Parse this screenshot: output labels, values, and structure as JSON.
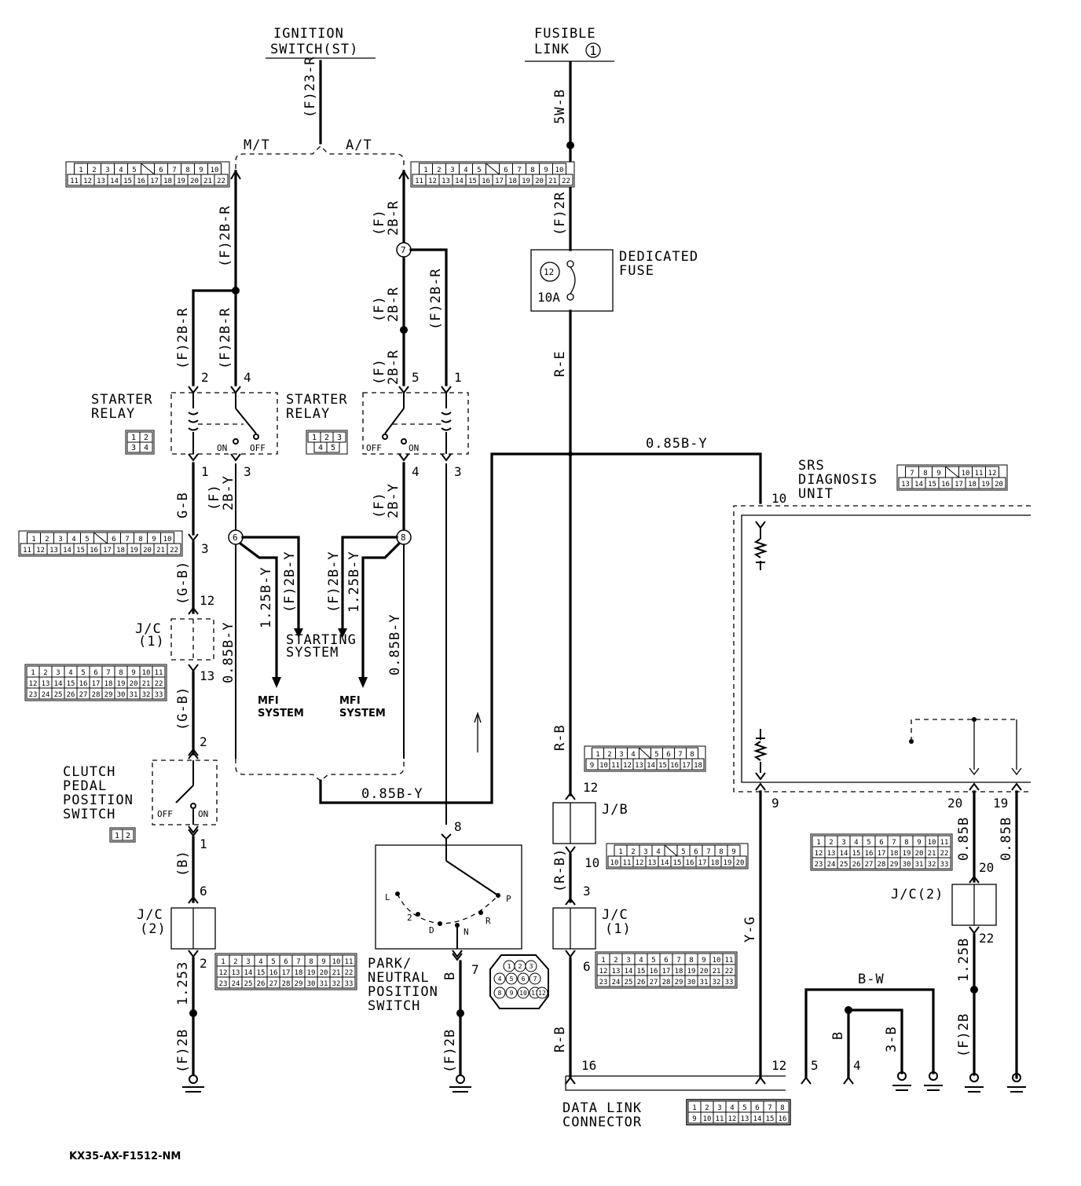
{
  "top": {
    "ignition_title": "IGNITION",
    "ignition_subtitle": "SWITCH(ST)",
    "fusible_title": "FUSIBLE",
    "fusible_subtitle": "LINK",
    "fusible_number": "1"
  },
  "wires": {
    "f_23r": "(F)23-R",
    "five_wb": "5W-B",
    "f_2r": "(F)2R",
    "f_2br": "(F)2B-R",
    "f_2br_b": "(F)",
    "f_2br_c": "2B-R",
    "re": "R-E",
    "gb": "G-B",
    "gb_paren": "(G-B)",
    "f_2by_a": "(F)",
    "f_2by_b": "2B-Y",
    "f_2by_full": "(F)2B-Y",
    "one25by": "1.25B-Y",
    "zero85by": "0.85B-Y",
    "zero85by_h": "0.85B-Y",
    "zero85by_h2": "0.85B-Y",
    "b_paren": "(B)",
    "one253": "1.253",
    "f_2b": "(F)2B",
    "b": "B",
    "rb": "R-B",
    "rb_paren": "(R-B)",
    "yg": "Y-G",
    "zero85b": "0.85B",
    "one25b": "1.25B",
    "bw": "B-W",
    "three_b": "3-B"
  },
  "labels": {
    "mt": "M/T",
    "at": "A/T",
    "dedicated_fuse_1": "DEDICATED",
    "dedicated_fuse_2": "FUSE",
    "fuse_num": "12",
    "fuse_amp": "10A",
    "starter_relay_1": "STARTER",
    "starter_relay_2": "RELAY",
    "on": "ON",
    "off": "OFF",
    "starting_system_1": "STARTING",
    "starting_system_2": "SYSTEM",
    "mfi_1": "MFI",
    "mfi_2": "SYSTEM",
    "jc1_a": "J/C",
    "jc1_b": "(1)",
    "jc2_a": "J/C",
    "jc2_b": "(2)",
    "jc2_right": "J/C(2)",
    "jb": "J/B",
    "clutch_1": "CLUTCH",
    "clutch_2": "PEDAL",
    "clutch_3": "POSITION",
    "clutch_4": "SWITCH",
    "pn_1": "PARK/",
    "pn_2": "NEUTRAL",
    "pn_3": "POSITION",
    "pn_4": "SWITCH",
    "srs_1": "SRS",
    "srs_2": "DIAGNOSIS",
    "srs_3": "UNIT",
    "dlc_1": "DATA LINK",
    "dlc_2": "CONNECTOR",
    "gear_l": "L",
    "gear_2": "2",
    "gear_d": "D",
    "gear_n": "N",
    "gear_r": "R",
    "gear_p": "P",
    "node6": "6",
    "node7": "7",
    "node8": "8",
    "code": "KX35-AX-F1512-NM"
  },
  "pins": {
    "p2": "2",
    "p4": "4",
    "p5": "5",
    "p1": "1",
    "p3": "3",
    "p12": "12",
    "p13": "13",
    "p6": "6",
    "p7": "7",
    "p8": "8",
    "p10": "10",
    "p9": "9",
    "p20": "20",
    "p19": "19",
    "p22": "22",
    "p16": "16"
  },
  "connectors": {
    "c22": [
      [
        "1",
        "2",
        "3",
        "4",
        "5",
        "",
        "6",
        "7",
        "8",
        "9",
        "10"
      ],
      [
        "11",
        "12",
        "13",
        "14",
        "15",
        "16",
        "17",
        "18",
        "19",
        "20",
        "21",
        "22"
      ]
    ],
    "c33": [
      [
        "1",
        "2",
        "3",
        "4",
        "5",
        "6",
        "7",
        "8",
        "9",
        "10",
        "11"
      ],
      [
        "12",
        "13",
        "14",
        "15",
        "16",
        "17",
        "18",
        "19",
        "20",
        "21",
        "22"
      ],
      [
        "23",
        "24",
        "25",
        "26",
        "27",
        "28",
        "29",
        "30",
        "31",
        "32",
        "33"
      ]
    ],
    "c20": [
      [
        "1",
        "2",
        "3",
        "4",
        "",
        "5",
        "6",
        "7",
        "8",
        "9"
      ],
      [
        "10",
        "11",
        "12",
        "13",
        "14",
        "15",
        "16",
        "17",
        "18",
        "19",
        "20"
      ]
    ],
    "c18": [
      [
        "1",
        "2",
        "3",
        "4",
        "",
        "5",
        "6",
        "7",
        "8"
      ],
      [
        "9",
        "10",
        "11",
        "12",
        "13",
        "14",
        "15",
        "16",
        "17",
        "18"
      ]
    ],
    "srs": [
      [
        "7",
        "8",
        "9",
        "",
        "10",
        "11",
        "12"
      ],
      [
        "13",
        "14",
        "15",
        "16",
        "17",
        "18",
        "19",
        "20"
      ]
    ],
    "dlc": [
      [
        "1",
        "2",
        "3",
        "4",
        "5",
        "6",
        "7",
        "8"
      ],
      [
        "9",
        "10",
        "11",
        "12",
        "13",
        "14",
        "15",
        "16"
      ]
    ],
    "relay_a": [
      [
        "1",
        "2"
      ],
      [
        "3",
        "4"
      ]
    ],
    "relay_b": [
      [
        "1",
        "2",
        "3"
      ],
      [
        "4",
        "5"
      ]
    ],
    "clutch": [
      [
        "1",
        "2"
      ]
    ],
    "pn": [
      "1",
      "2",
      "3",
      "4",
      "5",
      "6",
      "7",
      "8",
      "9",
      "10",
      "11",
      "12"
    ]
  }
}
